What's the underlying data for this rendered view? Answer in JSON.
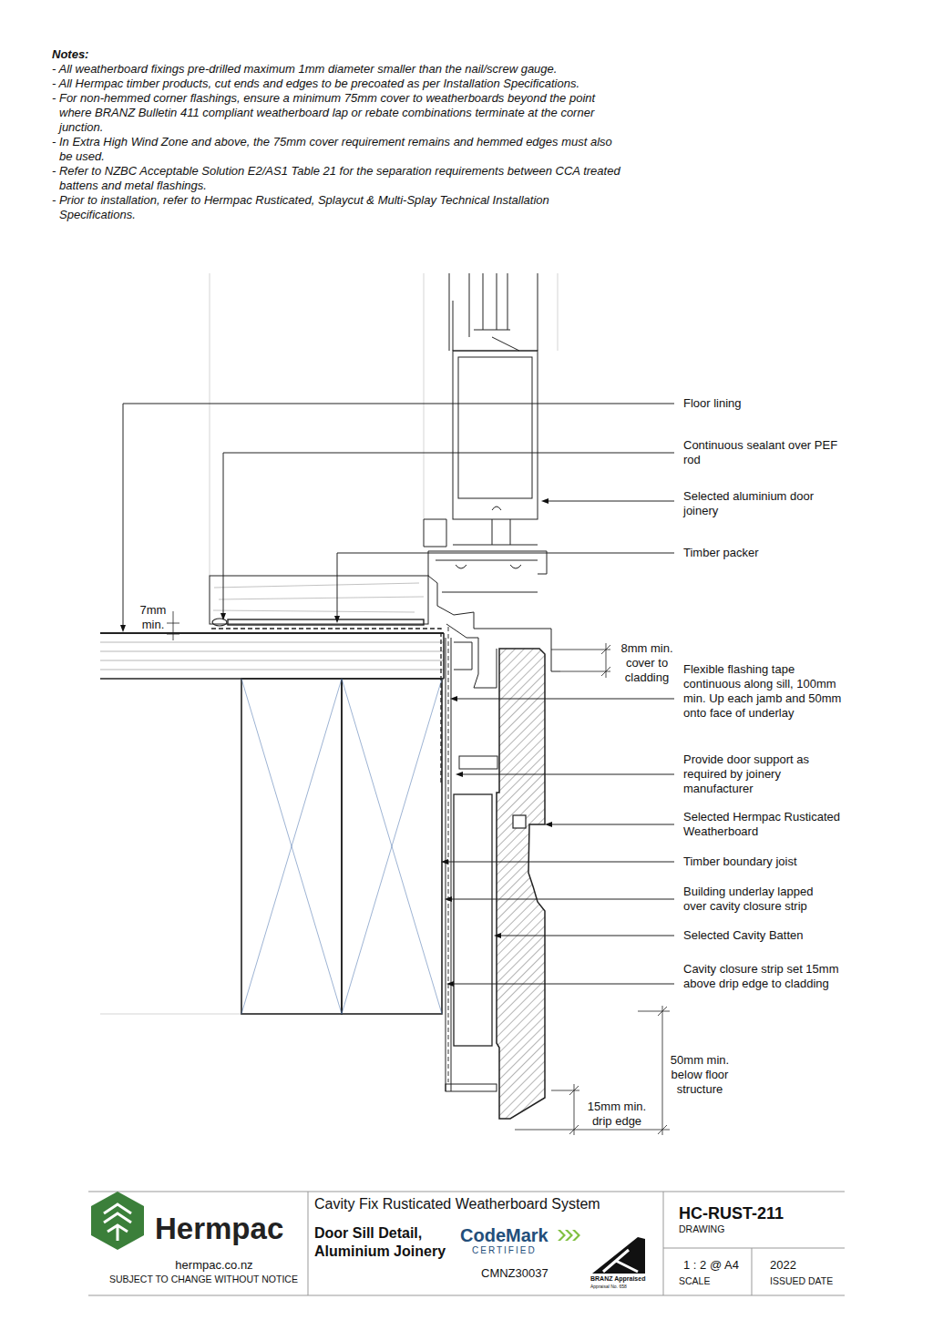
{
  "diagram": {
    "title": "Door Sill Detail, Aluminium Joinery",
    "labels": [
      "Notes:",
      "- All weatherboard fixings pre-drilled maximum 1mm diameter smaller than the nail/screw gauge.",
      "- All Hermpac timber products, cut ends and edges to be precoated as per Installation Specifications.",
      "- For non-hemmed corner flashings, ensure a minimum 75mm cover to weatherboards beyond the point where BRANZ Bulletin 411 compliant weatherboard lap or rebate combinations terminate at the corner junction.",
      "- In Extra High Wind Zone and above, the 75mm cover requirement remains and hemmed edges must also be used.",
      "- Refer to NZBC Acceptable Solution E2/AS1 Table 21 for the separation requirements between CCA treated battens and metal flashings.",
      "- Prior to installation, refer to Hermpac Rusticated, Splaycut & Multi-Splay Technical Installation Specifications.",
      "Floor lining",
      "Continuous sealant over PEF rod",
      "Selected aluminium door joinery",
      "Timber packer",
      "Flexible flashing tape continuous along sill, 100mm min. Up each jamb and 50mm onto face of underlay",
      "Provide door support as required by joinery manufacturer",
      "Selected Hermpac Rusticated Weatherboard",
      "Timber boundary joist",
      "Building underlay lapped over cavity closure strip",
      "Selected Cavity Batten",
      "Cavity closure strip set 15mm above drip edge to cladding",
      "7mm min.",
      "8mm min. cover to cladding",
      "50mm min. below floor structure",
      "15mm min. drip edge",
      "Hermpac",
      "hermpac.co.nz",
      "SUBJECT TO CHANGE WITHOUT NOTICE",
      "Cavity Fix Rusticated Weatherboard System",
      "CodeMark",
      "CERTIFIED",
      "CMNZ30037",
      "BRANZ Appraised",
      "Appraisal No. 658",
      "HC-RUST-211",
      "DRAWING",
      "1 : 2 @ A4",
      "SCALE",
      "2022",
      "ISSUED DATE"
    ]
  }
}
